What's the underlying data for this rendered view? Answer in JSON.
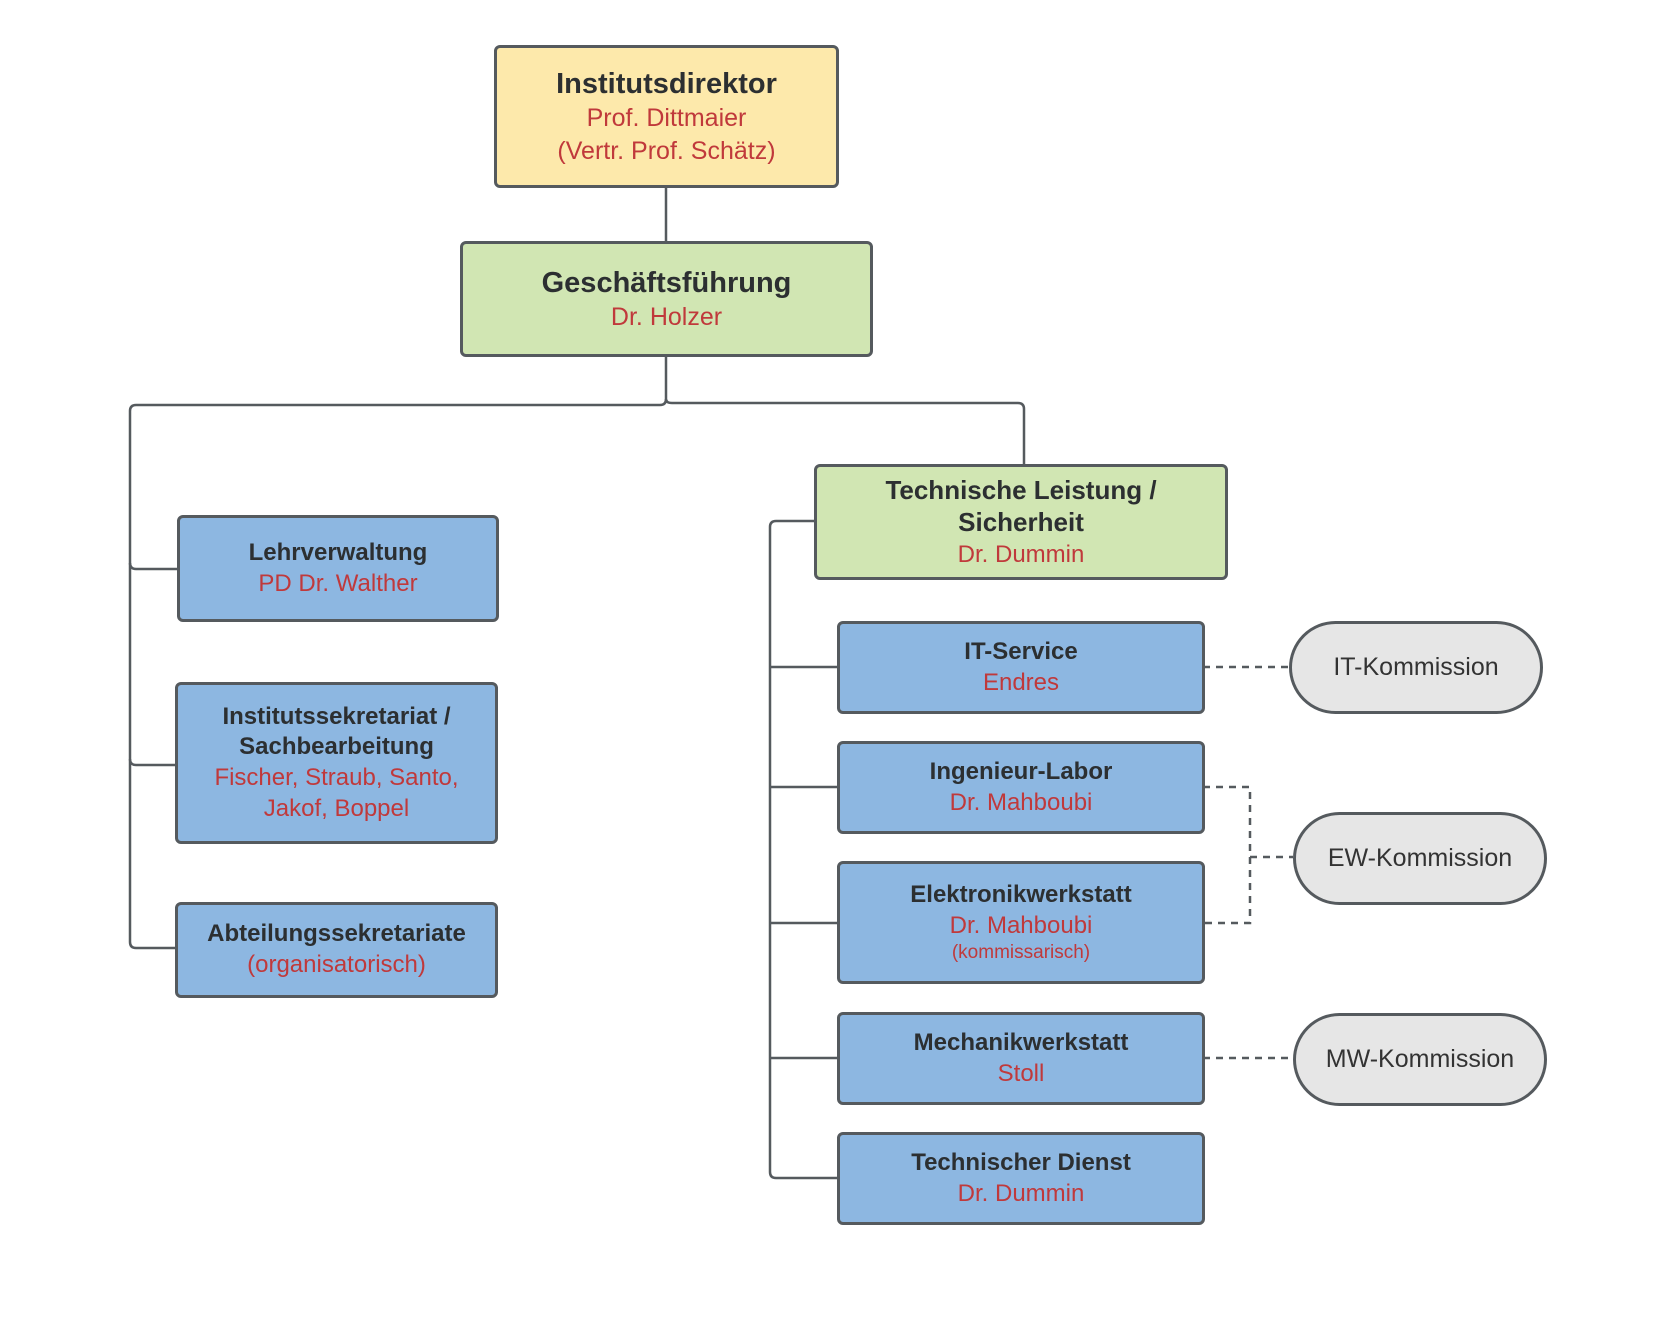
{
  "colors": {
    "director_fill": "#fde9ab",
    "management_fill": "#d1e6b3",
    "unit_fill": "#8db7e1",
    "commission_fill": "#e6e6e6",
    "person_text": "#c0393b",
    "border": "#555a5e"
  },
  "director": {
    "title": "Institutsdirektor",
    "person": "Prof. Dittmaier",
    "note": "(Vertr. Prof. Schätz)"
  },
  "management": {
    "title": "Geschäftsführung",
    "person": "Dr. Holzer"
  },
  "admin_units": [
    {
      "title": "Lehrverwaltung",
      "person": "PD Dr. Walther"
    },
    {
      "title_line1": "Institutssekretariat /",
      "title_line2": "Sachbearbeitung",
      "person_line1": "Fischer, Straub, Santo,",
      "person_line2": "Jakof, Boppel"
    },
    {
      "title": "Abteilungssekretariate",
      "person": "(organisatorisch)"
    }
  ],
  "technical": {
    "title_line1": "Technische Leistung /",
    "title_line2": "Sicherheit",
    "person": "Dr. Dummin"
  },
  "tech_units": [
    {
      "title": "IT-Service",
      "person": "Endres"
    },
    {
      "title": "Ingenieur-Labor",
      "person": "Dr. Mahboubi"
    },
    {
      "title": "Elektronikwerkstatt",
      "person": "Dr. Mahboubi",
      "note": "(kommissarisch)"
    },
    {
      "title": "Mechanikwerkstatt",
      "person": "Stoll"
    },
    {
      "title": "Technischer Dienst",
      "person": "Dr. Dummin"
    }
  ],
  "commissions": {
    "it": "IT-Kommission",
    "ew": "EW-Kommission",
    "mw": "MW-Kommission"
  }
}
